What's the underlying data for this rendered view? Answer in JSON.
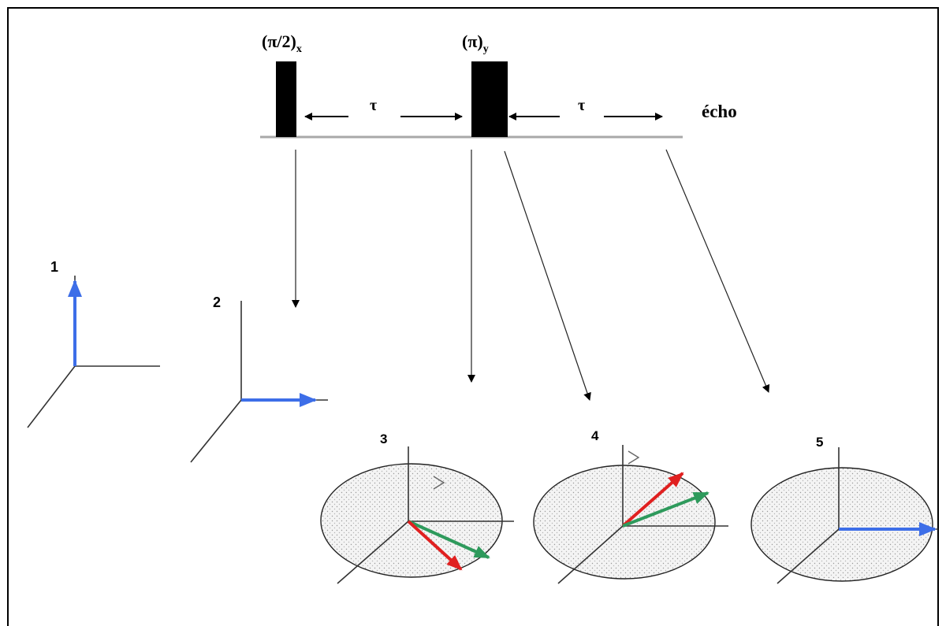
{
  "pulses": {
    "first_label": "(π/2)",
    "first_sub": "x",
    "second_label": "(π)",
    "second_sub": "y",
    "tau_1": "τ",
    "tau_2": "τ",
    "echo": "écho"
  },
  "panels": {
    "p1": "1",
    "p2": "2",
    "p3": "3",
    "p4": "4",
    "p5": "5"
  },
  "colors": {
    "magnetization": "#3d6ee8",
    "fast_spin": "#e02020",
    "slow_spin": "#2e9a5c",
    "pulse": "#000000",
    "baseline": "#a8a8a8"
  }
}
